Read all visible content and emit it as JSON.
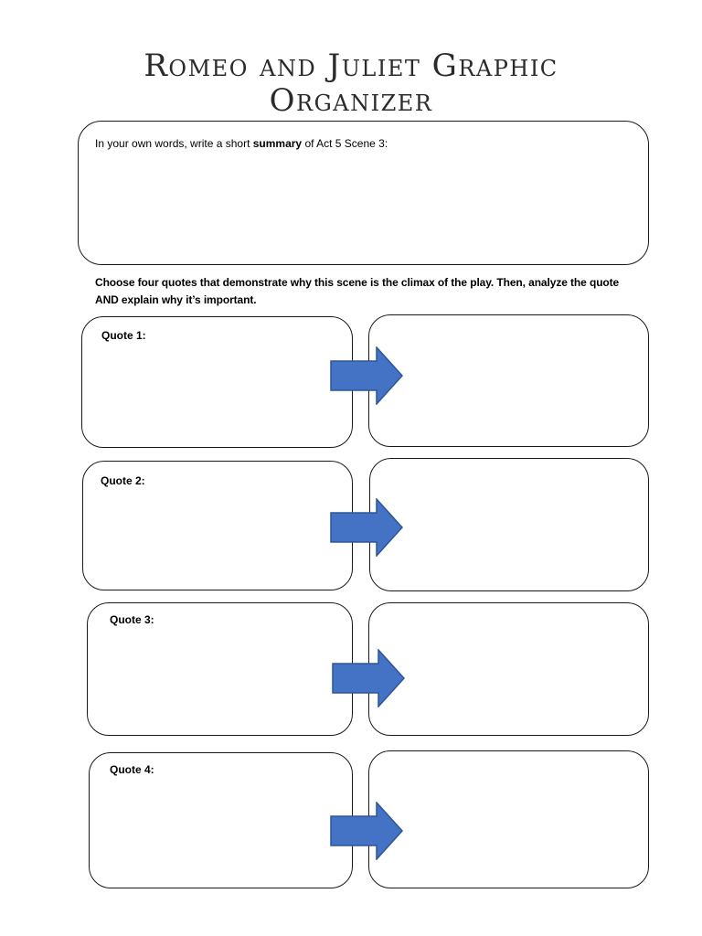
{
  "title": {
    "line1": "Romeo and Juliet Graphic",
    "line2": "Organizer"
  },
  "summary": {
    "prompt_before": "In your own words, write a short ",
    "prompt_bold": "summary",
    "prompt_after": " of Act 5 Scene 3:"
  },
  "instructions": {
    "text": "Choose four quotes that demonstrate why this scene is the climax of the play. Then, analyze the quote AND explain why it’s important."
  },
  "quotes": [
    {
      "label": "Quote 1:"
    },
    {
      "label": "Quote 2:"
    },
    {
      "label": "Quote 3:"
    },
    {
      "label": "Quote 4:"
    }
  ],
  "colors": {
    "arrow_fill": "#4472C4",
    "arrow_stroke": "#2F5597",
    "box_border": "#1a1a1a"
  },
  "icons": {
    "arrow": "right-arrow-icon"
  }
}
